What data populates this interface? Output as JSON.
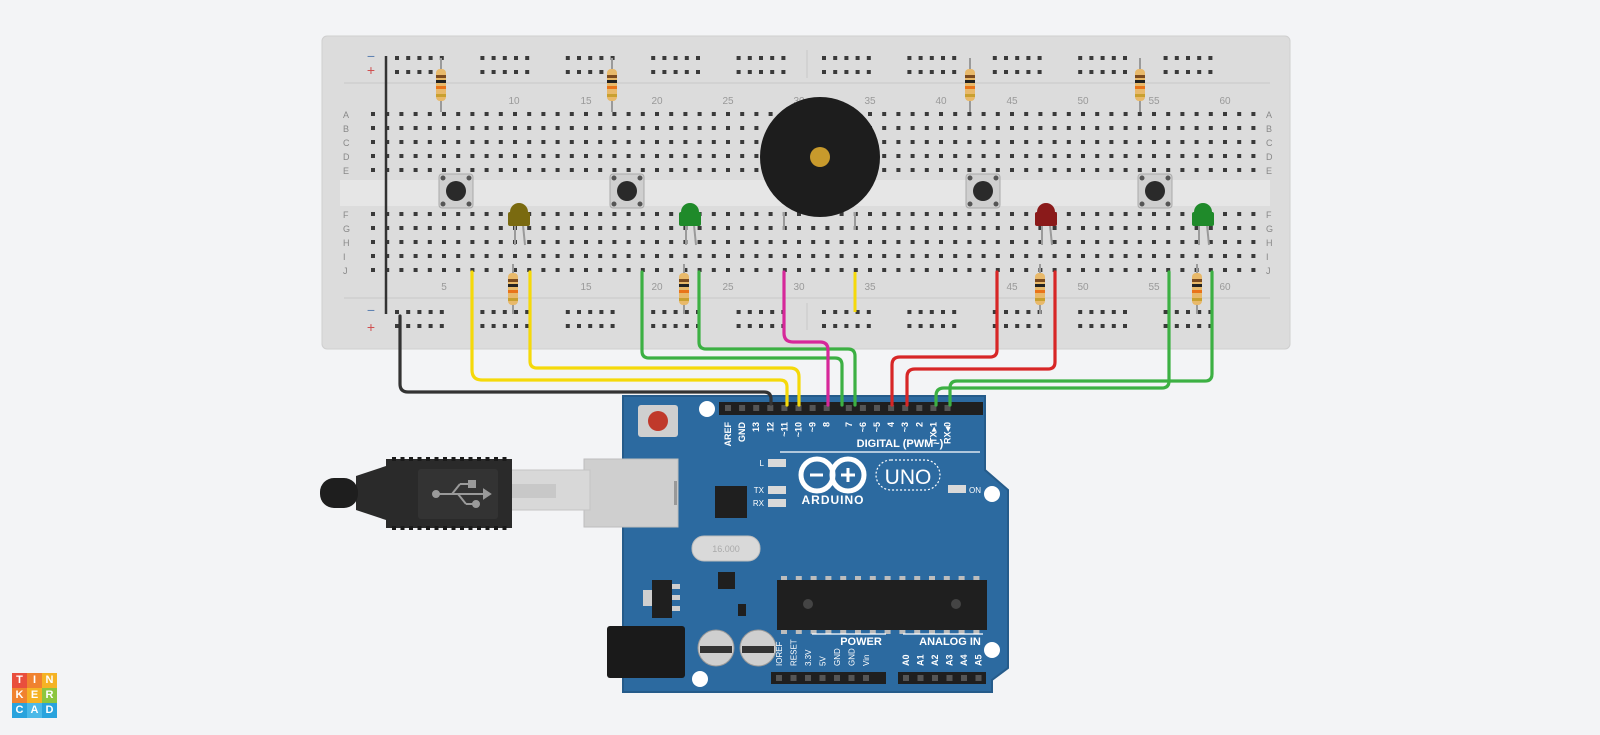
{
  "breadboard": {
    "row_letters": [
      "A",
      "B",
      "C",
      "D",
      "E",
      "F",
      "G",
      "H",
      "I",
      "J"
    ],
    "column_numbers": [
      "5",
      "10",
      "15",
      "20",
      "25",
      "30",
      "35",
      "40",
      "45",
      "50",
      "55",
      "60"
    ],
    "rail_minus": "−",
    "rail_plus": "+"
  },
  "arduino": {
    "digital_pins": [
      "AREF",
      "GND",
      "13",
      "12",
      "~11",
      "~10",
      "~9",
      "8",
      "7",
      "~6",
      "~5",
      "4",
      "~3",
      "2",
      "TX▸1",
      "RX◂0"
    ],
    "digital_label": "DIGITAL (PWM~)",
    "power_pins": [
      "IOREF",
      "RESET",
      "3.3V",
      "5V",
      "GND",
      "GND",
      "Vin"
    ],
    "analog_pins": [
      "A0",
      "A1",
      "A2",
      "A3",
      "A4",
      "A5"
    ],
    "power_label": "POWER",
    "analog_label": "ANALOG IN",
    "brand": "ARDUINO",
    "model": "UNO",
    "led_l": "L",
    "led_tx": "TX",
    "led_rx": "RX",
    "led_on": "ON",
    "crystal": "16.000"
  },
  "logo": {
    "letters": [
      "T",
      "I",
      "N",
      "K",
      "E",
      "R",
      "C",
      "A",
      "D"
    ]
  },
  "colors": {
    "wire_black": "#333333",
    "wire_yellow": "#f5d90a",
    "wire_green": "#3cb043",
    "wire_magenta": "#d6289a",
    "wire_red": "#d72626",
    "board_blue": "#2c6aa0",
    "breadboard": "#dcdcdc",
    "led_yellow": "#7a6a10",
    "led_green": "#1f8a2a",
    "led_red": "#8a1a1a"
  },
  "icons": [
    "usb-icon",
    "infinity-logo-icon",
    "tinkercad-logo-icon"
  ]
}
